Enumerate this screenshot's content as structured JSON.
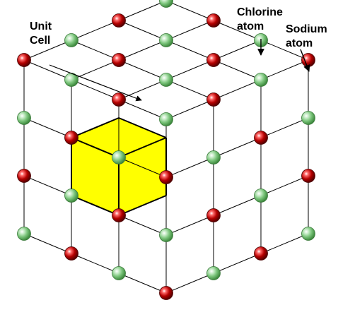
{
  "labels": {
    "unit_cell": [
      "Unit",
      "Cell"
    ],
    "chlorine": [
      "Chlorine",
      "atom"
    ],
    "sodium": [
      "Sodium",
      "atom"
    ]
  },
  "colors": {
    "sodium": "#b40000",
    "chlorine": "#7ac47a",
    "unit_cell_fill": "#ffff00",
    "line": "#000000"
  },
  "atom_types": [
    "sodium",
    "chlorine"
  ]
}
